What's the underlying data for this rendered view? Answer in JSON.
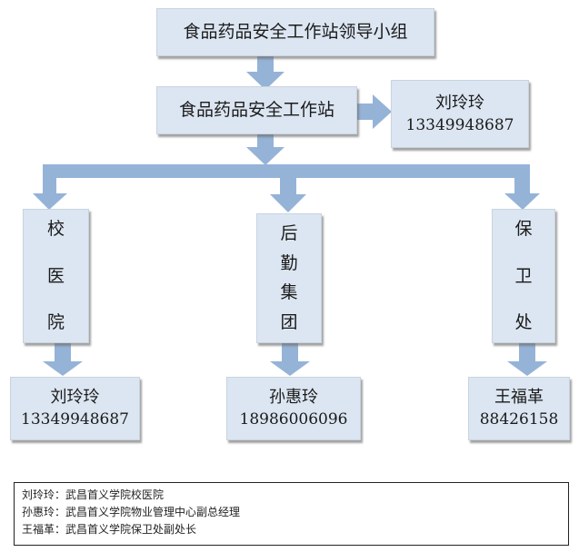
{
  "diagram": {
    "top": {
      "label": "食品药品安全工作站领导小组"
    },
    "station": {
      "label": "食品药品安全工作站"
    },
    "station_contact": {
      "name": "刘玲玲",
      "phone": "13349948687"
    },
    "departments": [
      {
        "label_chars": [
          "校",
          "医",
          "院"
        ],
        "contact": {
          "name": "刘玲玲",
          "phone": "13349948687"
        }
      },
      {
        "label_chars": [
          "后",
          "勤",
          "集",
          "团"
        ],
        "contact": {
          "name": "孙惠玲",
          "phone": "18986006096"
        }
      },
      {
        "label_chars": [
          "保",
          "卫",
          "处"
        ],
        "contact": {
          "name": "王福革",
          "phone": "88426158"
        }
      }
    ],
    "colors": {
      "box_fill": "#dce6f2",
      "arrow_fill": "#95b3d7"
    }
  },
  "legend": {
    "rows": [
      "刘玲玲：武昌首义学院校医院",
      "孙惠玲：武昌首义学院物业管理中心副总经理",
      "王福革：武昌首义学院保卫处副处长"
    ]
  }
}
